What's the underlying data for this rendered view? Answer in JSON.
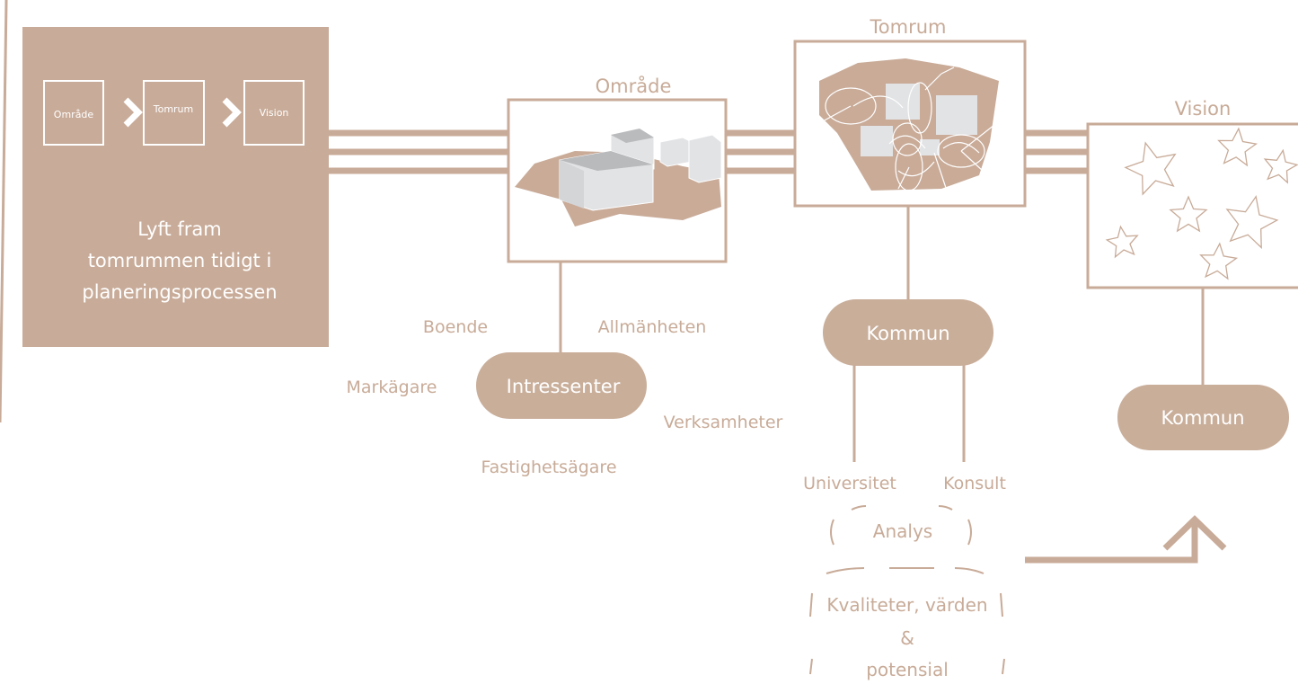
{
  "colors": {
    "accent": "#c8ab98",
    "pill": "#c9ae9a",
    "shape": "#c9ab98",
    "building": "#e2e3e5"
  },
  "panel": {
    "steps": [
      "Område",
      "Tomrum",
      "Vision"
    ],
    "caption_lines": [
      "Lyft fram",
      "tomrummen tidigt i",
      "planeringsprocessen"
    ]
  },
  "area": {
    "title": "Område"
  },
  "void": {
    "title": "Tomrum"
  },
  "vision": {
    "title": "Vision"
  },
  "stakeholders": {
    "center": "Intressenter",
    "items": [
      "Boende",
      "Allmänheten",
      "Markägare",
      "Verksamheter",
      "Fastighetsägare"
    ]
  },
  "kommun_void": "Kommun",
  "kommun_vision": "Kommun",
  "partners": {
    "left": "Universitet",
    "right": "Konsult"
  },
  "analysis": {
    "title": "Analys",
    "result_lines": [
      "Kvaliteter, värden",
      "&",
      "potensial"
    ]
  }
}
